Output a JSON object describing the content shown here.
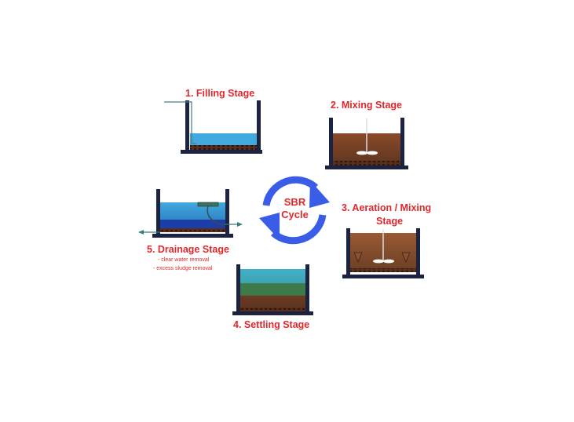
{
  "cycle": {
    "line1": "SBR",
    "line2": "Cycle"
  },
  "stages": {
    "filling": {
      "label": "1. Filling Stage"
    },
    "mixing": {
      "label": "2. Mixing Stage"
    },
    "aeration": {
      "label_line1": "3. Aeration / Mixing",
      "label_line2": "Stage"
    },
    "settling": {
      "label": "4. Settling Stage"
    },
    "drainage": {
      "label": "5. Drainage Stage",
      "notes": [
        "- clear water removal",
        "- excess sludge removal"
      ]
    }
  },
  "colors": {
    "label": "#e0282c",
    "arrow": "#3a5de8",
    "tank_wall": "#1c2340",
    "water": "#3fa6dc",
    "water_dark": "#1c3ea8",
    "sludge": "#6b3b23",
    "settled_green": "#3d7a4a"
  }
}
